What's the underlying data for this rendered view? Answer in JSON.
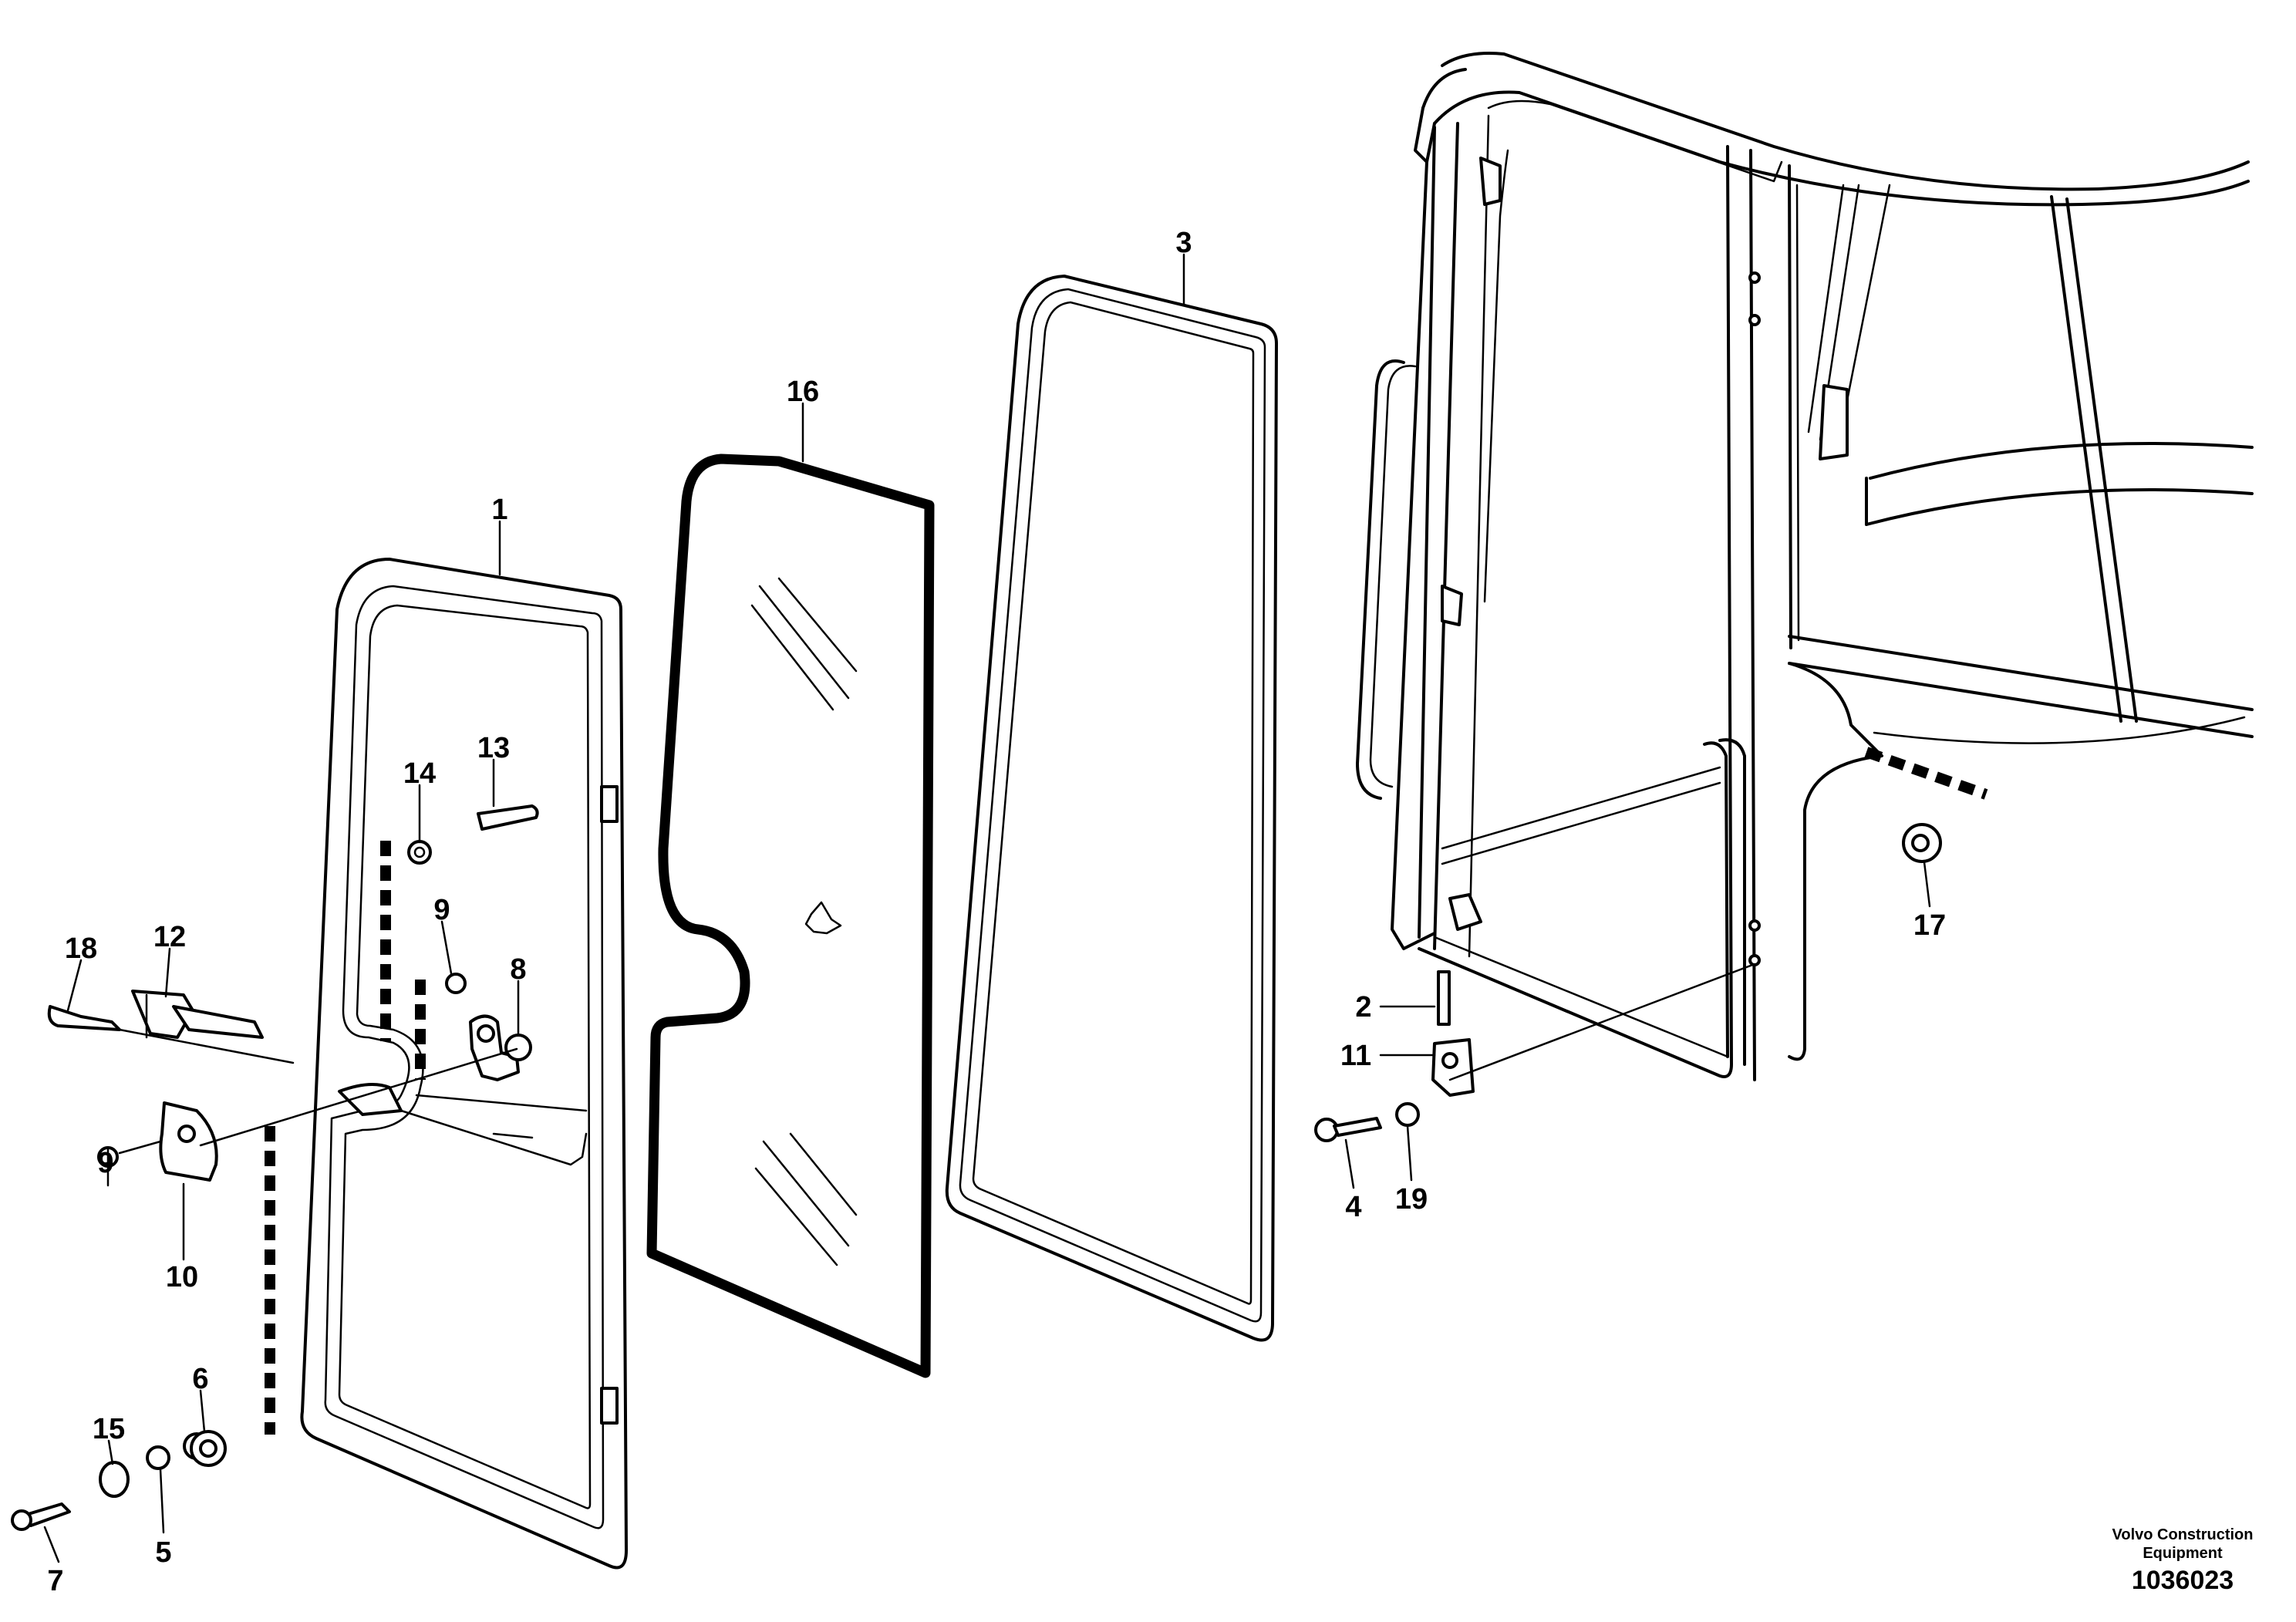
{
  "diagram": {
    "callouts": {
      "c1": "1",
      "c2": "2",
      "c3": "3",
      "c4": "4",
      "c5": "5",
      "c6": "6",
      "c7": "7",
      "c8": "8",
      "c9a": "9",
      "c9b": "9",
      "c10": "10",
      "c11": "11",
      "c12": "12",
      "c13": "13",
      "c14": "14",
      "c15": "15",
      "c16": "16",
      "c17": "17",
      "c18": "18",
      "c19": "19"
    }
  },
  "footer": {
    "brand_line1": "Volvo Construction",
    "brand_line2": "Equipment",
    "document_number": "1036023"
  }
}
